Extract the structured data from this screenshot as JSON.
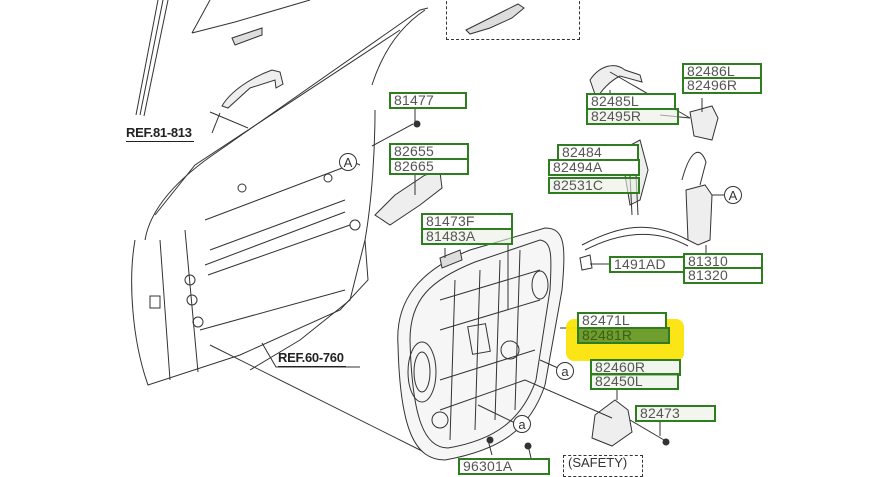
{
  "diagram": {
    "title": "Front Door Module / Window Regulator Parts Diagram",
    "highlight_color": "#fbe40a",
    "label_border_color": "#2e7d1e",
    "selected_part": "82481R"
  },
  "references": [
    {
      "id": "ref-81-813",
      "text": "REF.81-813"
    },
    {
      "id": "ref-60-760",
      "text": "REF.60-760"
    }
  ],
  "callouts": {
    "A_upper": "A",
    "A_right": "A",
    "a_mid": "a",
    "a_lower": "a"
  },
  "safety_label": "(SAFETY)",
  "parts": {
    "p81477": "81477",
    "p82655": "82655",
    "p82665": "82665",
    "p81473F": "81473F",
    "p81483A": "81483A",
    "p82485L": "82485L",
    "p82495R": "82495R",
    "p82486L": "82486L",
    "p82496R": "82496R",
    "p82484": "82484",
    "p82494A": "82494A",
    "p82531C": "82531C",
    "p1491AD": "1491AD",
    "p81310": "81310",
    "p81320": "81320",
    "p82471L": "82471L",
    "p82481R": "82481R",
    "p82460R": "82460R",
    "p82450L": "82450L",
    "p82473": "82473",
    "p96301A": "96301A"
  }
}
